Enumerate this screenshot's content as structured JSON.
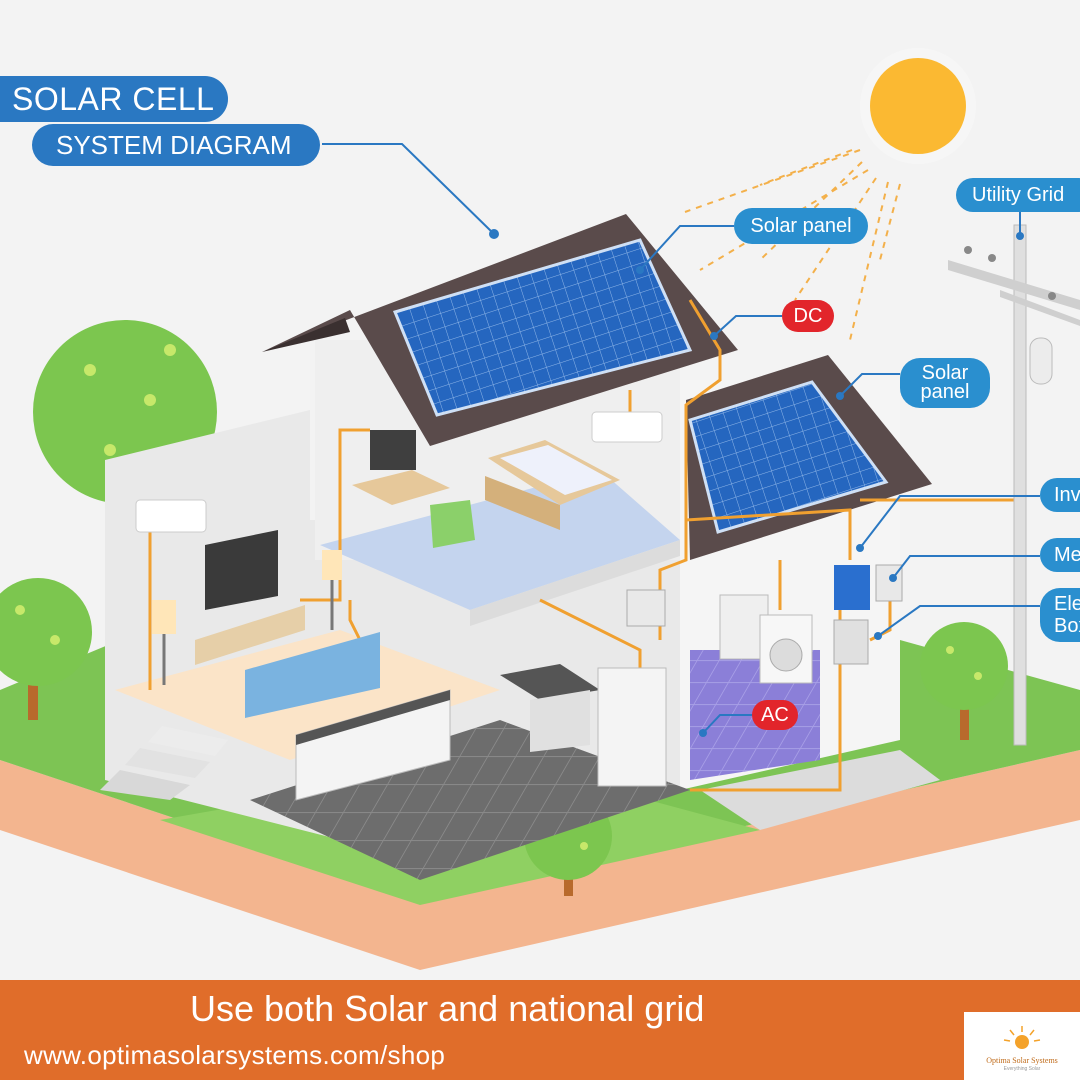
{
  "title": {
    "line1": "SOLAR CELL",
    "line2": "SYSTEM DIAGRAM"
  },
  "labels": {
    "solar_panel_main": "Solar panel",
    "dc": "DC",
    "solar_panel_second": "Solar panel",
    "utility_grid": "Utility Grid",
    "inverter": "Inverter",
    "meter": "Meter",
    "electric_box": "Electric Box",
    "ac": "AC"
  },
  "footer": {
    "tagline": "Use both Solar and national grid",
    "url": "www.optimasolarsystems.com/shop",
    "logo_name": "Optima Solar Systems",
    "logo_sub": "Everything Solar"
  },
  "colors": {
    "title_blue": "#2a78c2",
    "label_blue": "#2a8fcf",
    "label_red": "#e2252b",
    "footer_orange": "#e06d2a",
    "wire_orange": "#f0a030",
    "grass": "#7dc454",
    "soil": "#f3b58f",
    "sun": "#fbb932",
    "panel_blue": "#1f5aa8"
  }
}
